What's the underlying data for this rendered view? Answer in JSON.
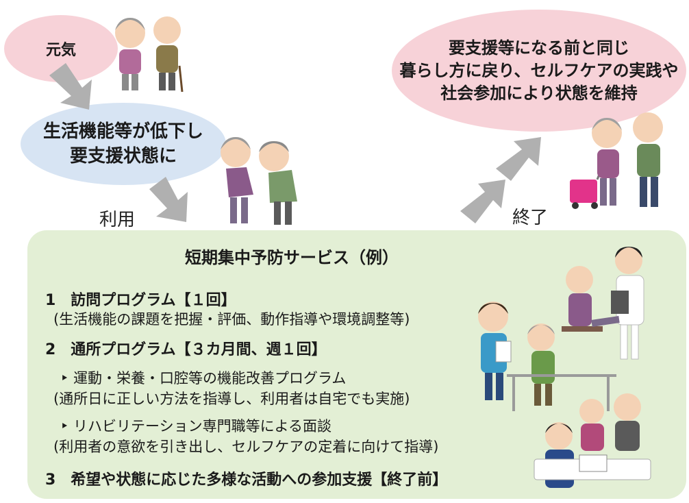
{
  "bubbles": {
    "genki": "元気",
    "decline_line1": "生活機能等が低下し",
    "decline_line2": "要支援状態に",
    "goal_line1": "要支援等になる前と同じ",
    "goal_line2": "暮らし方に戻り、セルフケアの実践や",
    "goal_line3": "社会参加により状態を維持"
  },
  "labels": {
    "use": "利用",
    "end": "終了"
  },
  "service": {
    "title": "短期集中予防サービス（例）",
    "item1": "1　訪問プログラム【１回】",
    "item1_note": "(生活機能の課題を把握・評価、動作指導や環境調整等)",
    "item2": "2　通所プログラム【３カ月間、週１回】",
    "item2_sub1": "‣ 運動・栄養・口腔等の機能改善プログラム",
    "item2_sub1_note": "(通所日に正しい方法を指導し、利用者は自宅でも実施)",
    "item2_sub2": "‣ リハビリテーション専門職等による面談",
    "item2_sub2_note": "(利用者の意欲を引き出し、セルフケアの定着に向けて指導)",
    "item3": "3　希望や状態に応じた多様な活動への参加支援【終了前】"
  },
  "colors": {
    "pink_bubble": "#f7d2d8",
    "blue_bubble": "#d7e4f3",
    "green_box": "#e3efd5",
    "arrow": "#b0b0b0"
  },
  "icons": [
    "arrow-down-icon",
    "arrow-up-icon",
    "elderly-couple-icon",
    "walker-icon",
    "caregiver-icon"
  ]
}
